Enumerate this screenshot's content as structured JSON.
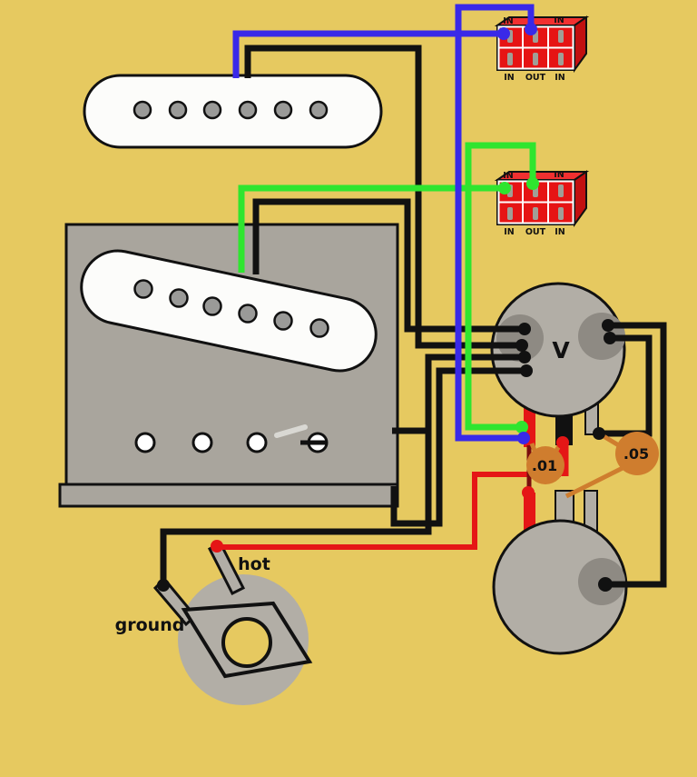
{
  "colors": {
    "background": "#e6c960",
    "wire_black": "#111111",
    "wire_blue": "#3929e8",
    "wire_green": "#2fe52f",
    "wire_red": "#e51616",
    "wire_dark_red": "#7a0d0d",
    "capacitor_orange": "#cf7d2e",
    "switch_red_front": "#e61414",
    "switch_red_top": "#f13030",
    "switch_red_side": "#c21010",
    "metal_gray": "#b2aea6",
    "plate_gray": "#a9a59d",
    "shadow_gray": "#8e8a83",
    "pickup_white": "#fcfcfa",
    "pole_gray": "#9a9a98",
    "slug_gray": "#a09e96"
  },
  "switches": [
    {
      "id": "switch-1",
      "top_labels": [
        "IN",
        "IN"
      ],
      "bottom_labels": [
        "IN",
        "OUT",
        "IN"
      ],
      "connected_wire": "blue"
    },
    {
      "id": "switch-2",
      "top_labels": [
        "IN",
        "IN"
      ],
      "bottom_labels": [
        "IN",
        "OUT",
        "IN"
      ],
      "connected_wire": "green"
    }
  ],
  "volume_pot": {
    "label": "V"
  },
  "tone_pot": {
    "label": ""
  },
  "capacitors": [
    {
      "label": ".01"
    },
    {
      "label": ".05"
    }
  ],
  "output_jack": {
    "hot_label": "hot",
    "ground_label": "ground"
  }
}
